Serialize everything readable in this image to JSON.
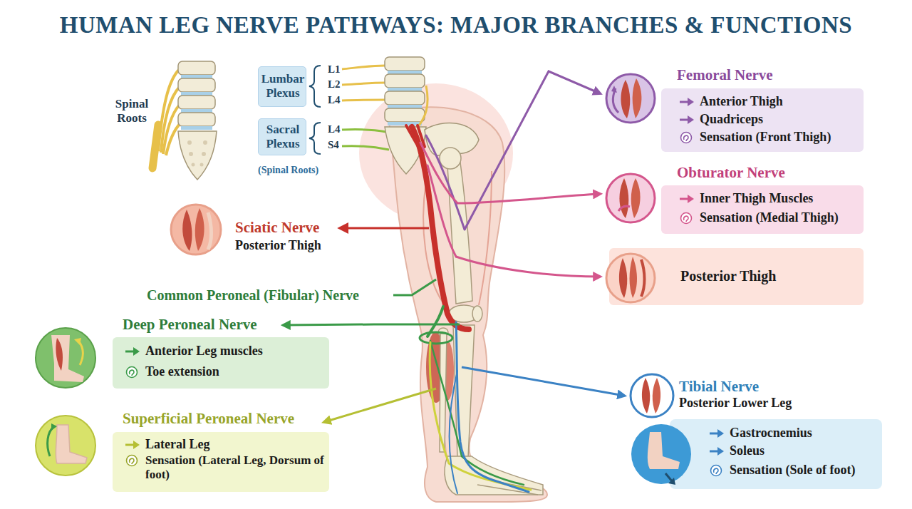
{
  "diagram": {
    "title": "HUMAN LEG NERVE PATHWAYS: MAJOR BRANCHES & FUNCTIONS",
    "nodes": [
      {
        "text": [
          "Lumbar Plexus"
        ]
      },
      {
        "text": [
          "Sacral Plexus"
        ]
      },
      {
        "text": [
          "Femoral Nerve",
          "Anterior Thigh",
          "Quadriceps",
          "Sensation (Front Thigh)"
        ]
      },
      {
        "text": [
          "Obturator Nerve",
          "Inner Thigh Muscles",
          "Sensation (Medial Thigh)"
        ]
      },
      {
        "text": [
          "Posterior Thigh"
        ]
      },
      {
        "text": [
          "Deep Peroneal Nerve",
          "Anterior Leg muscles",
          "Toe extension"
        ]
      },
      {
        "text": [
          "Superficial Peroneal Nerve",
          "Lateral Leg",
          "Sensation (Lateral Leg, Dorsum of foot)"
        ]
      },
      {
        "text": [
          "Tibial Nerve",
          "Posterior Lower Leg",
          "Gastrocnemius",
          "Soleus",
          "Sensation (Sole of foot)"
        ]
      }
    ],
    "labels": [
      "Spinal Roots",
      "L1",
      "L2",
      "L4",
      "L4",
      "S4",
      "(Spinal Roots)",
      "Sciatic Nerve",
      "Posterior Thigh",
      "Common Peroneal (Fibular) Nerve"
    ]
  }
}
